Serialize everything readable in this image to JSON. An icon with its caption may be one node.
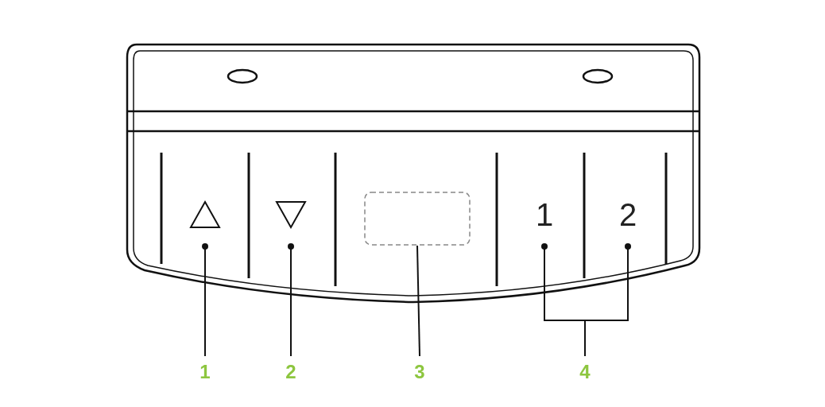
{
  "diagram": {
    "nodes": [
      {
        "text": [],
        "shape": "triangle"
      },
      {
        "text": [],
        "shape": "triangle"
      },
      {
        "text": [],
        "shape": "box"
      },
      {
        "text": [
          "1"
        ]
      },
      {
        "text": [
          "2"
        ]
      },
      {
        "text": [
          "1"
        ]
      },
      {
        "text": [
          "2"
        ]
      },
      {
        "text": [
          "3"
        ]
      },
      {
        "text": [
          "4"
        ]
      }
    ],
    "edges": [
      {
        "from": 5,
        "to": 0,
        "arrow": "other"
      },
      {
        "from": 6,
        "to": 1,
        "arrow": "other"
      },
      {
        "from": 7,
        "to": 2,
        "arrow": "none"
      },
      {
        "from": 8,
        "to": 3,
        "arrow": "other"
      },
      {
        "from": 8,
        "to": 4,
        "arrow": "other"
      }
    ]
  }
}
